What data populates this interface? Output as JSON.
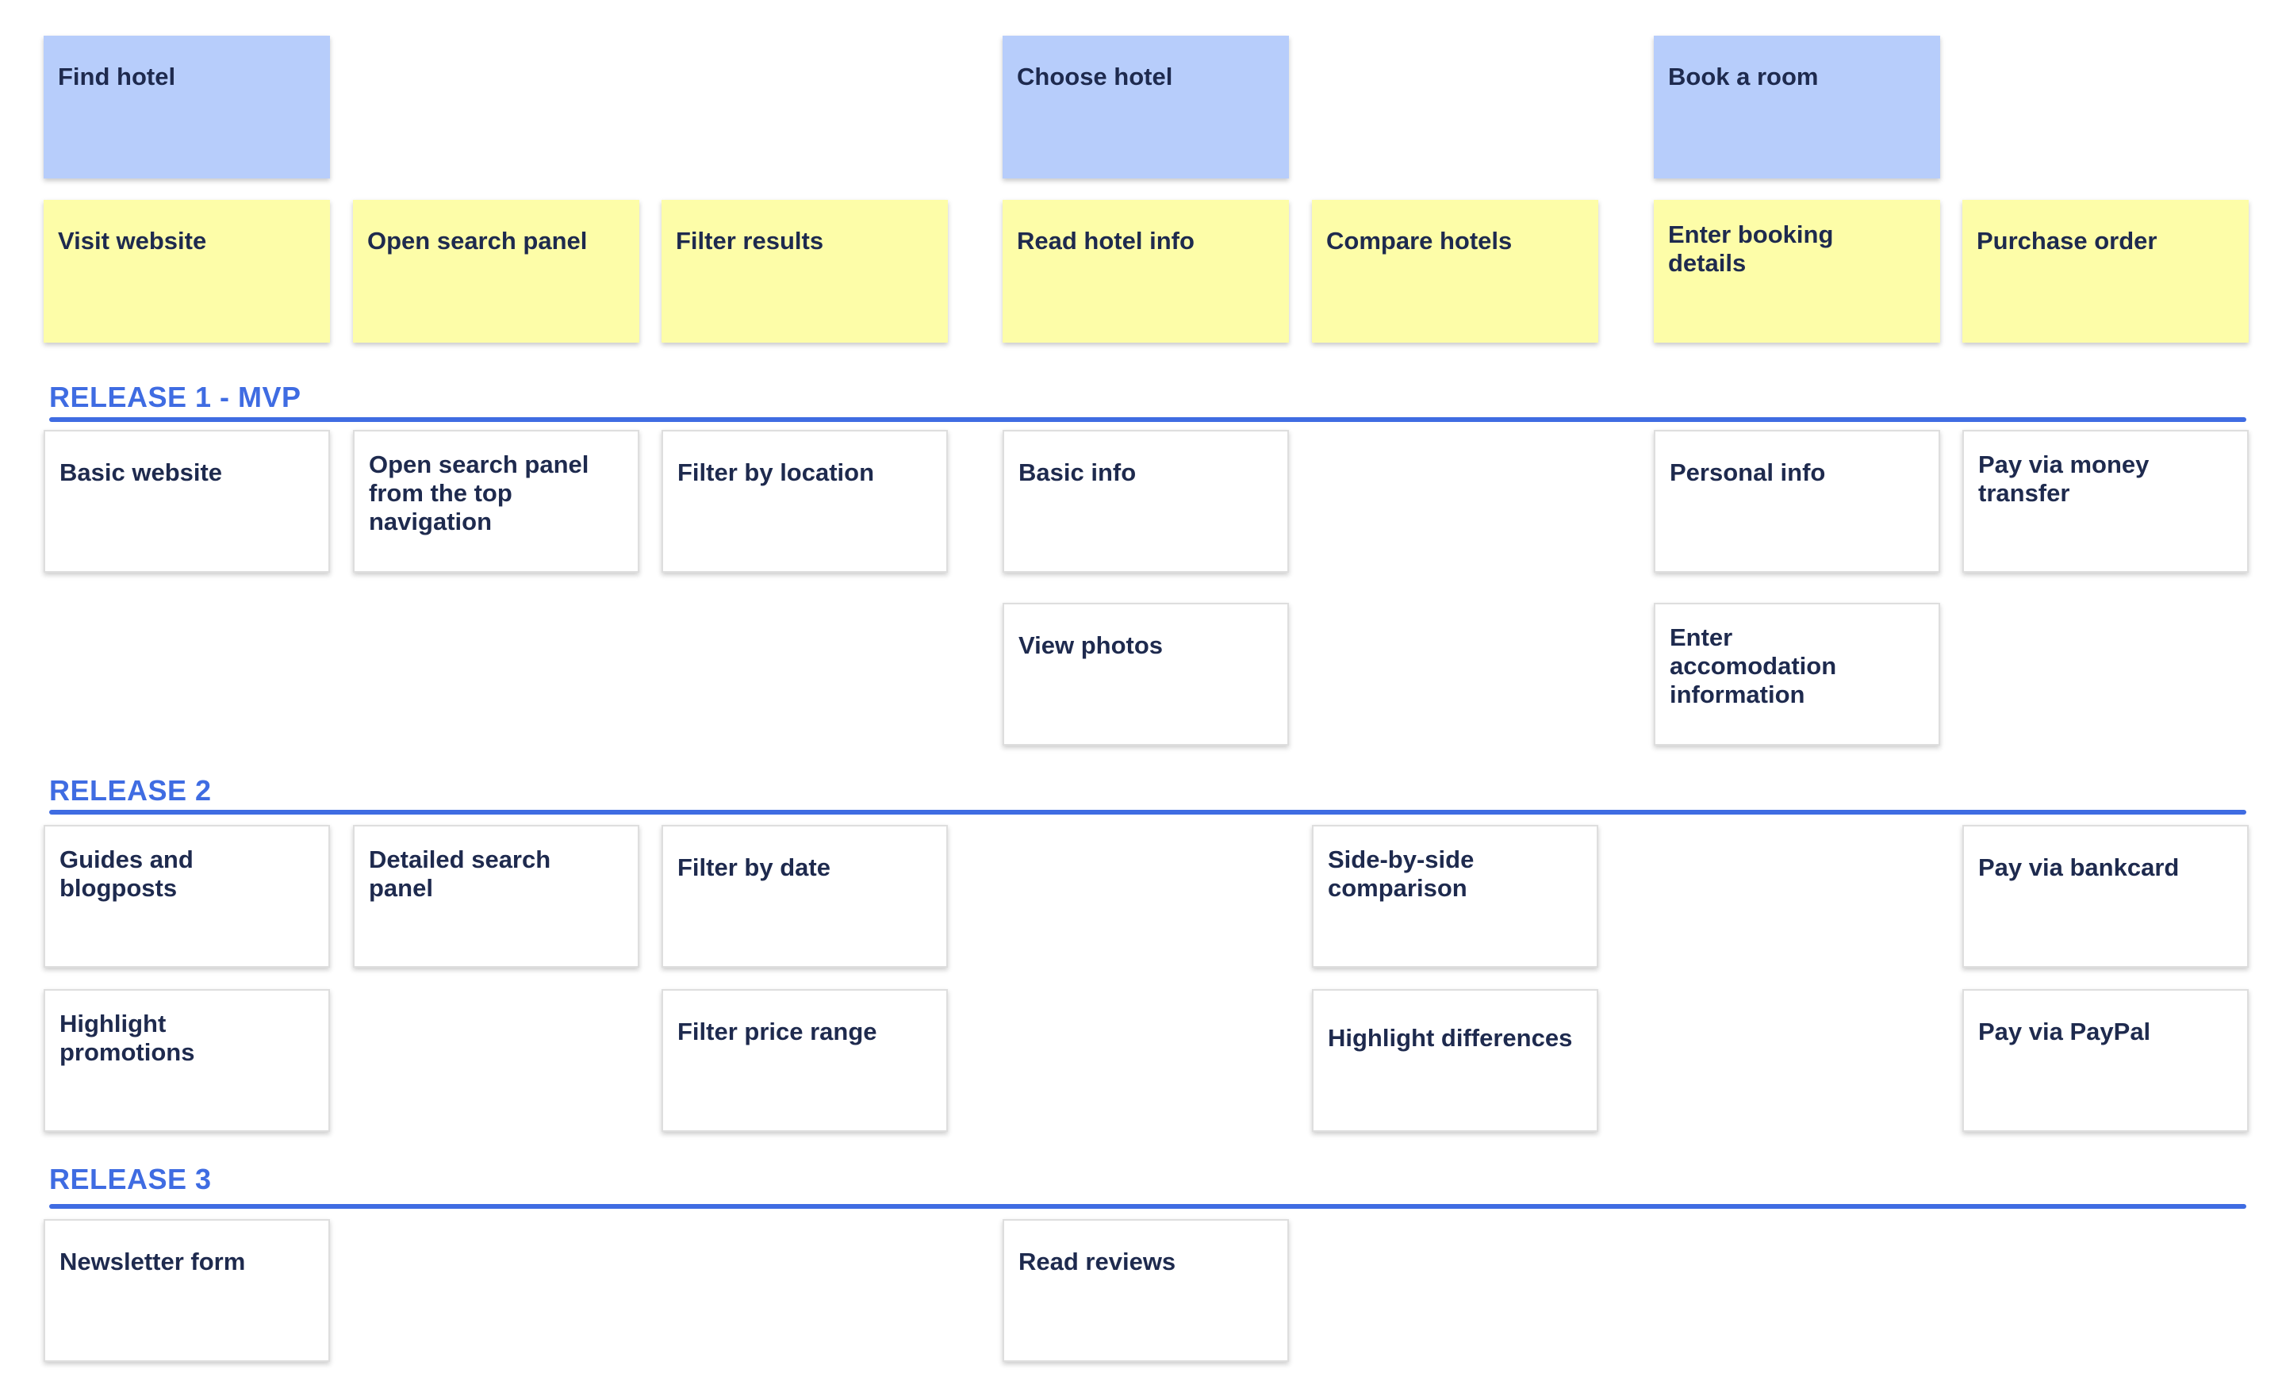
{
  "activities": [
    {
      "id": "find_hotel",
      "label": "Find hotel"
    },
    {
      "id": "choose_hotel",
      "label": "Choose hotel"
    },
    {
      "id": "book_room",
      "label": "Book a room"
    }
  ],
  "tasks": [
    "Visit website",
    "Open search panel",
    "Filter results",
    "Read hotel info",
    "Compare hotels",
    "Enter booking\ndetails",
    "Purchase order"
  ],
  "releases": [
    {
      "title": "RELEASE 1 - MVP",
      "stories": {
        "visit_website": [
          "Basic website"
        ],
        "open_search_panel": [
          "Open search panel\nfrom the top\nnavigation"
        ],
        "filter_results": [
          "Filter by location"
        ],
        "read_hotel_info": [
          "Basic info",
          "View photos"
        ],
        "enter_booking_details": [
          "Personal info",
          "Enter\naccomodation\ninformation"
        ],
        "purchase_order": [
          "Pay via money\ntransfer"
        ]
      }
    },
    {
      "title": "RELEASE 2",
      "stories": {
        "visit_website": [
          "Guides and\nblogposts",
          "Highlight\npromotions"
        ],
        "open_search_panel": [
          "Detailed search\npanel"
        ],
        "filter_results": [
          "Filter by date",
          "Filter price range"
        ],
        "compare_hotels": [
          "Side-by-side\ncomparison",
          "Highlight differences"
        ],
        "purchase_order": [
          "Pay via bankcard",
          "Pay via PayPal"
        ]
      }
    },
    {
      "title": "RELEASE 3",
      "stories": {
        "visit_website": [
          "Newsletter form"
        ],
        "read_hotel_info": [
          "Read reviews"
        ]
      }
    }
  ],
  "colors": {
    "activity_card": "#b7cdfb",
    "task_card": "#fdfda8",
    "story_card": "#ffffff",
    "release_accent": "#3f6ce2",
    "card_text": "#1e2a4e"
  }
}
